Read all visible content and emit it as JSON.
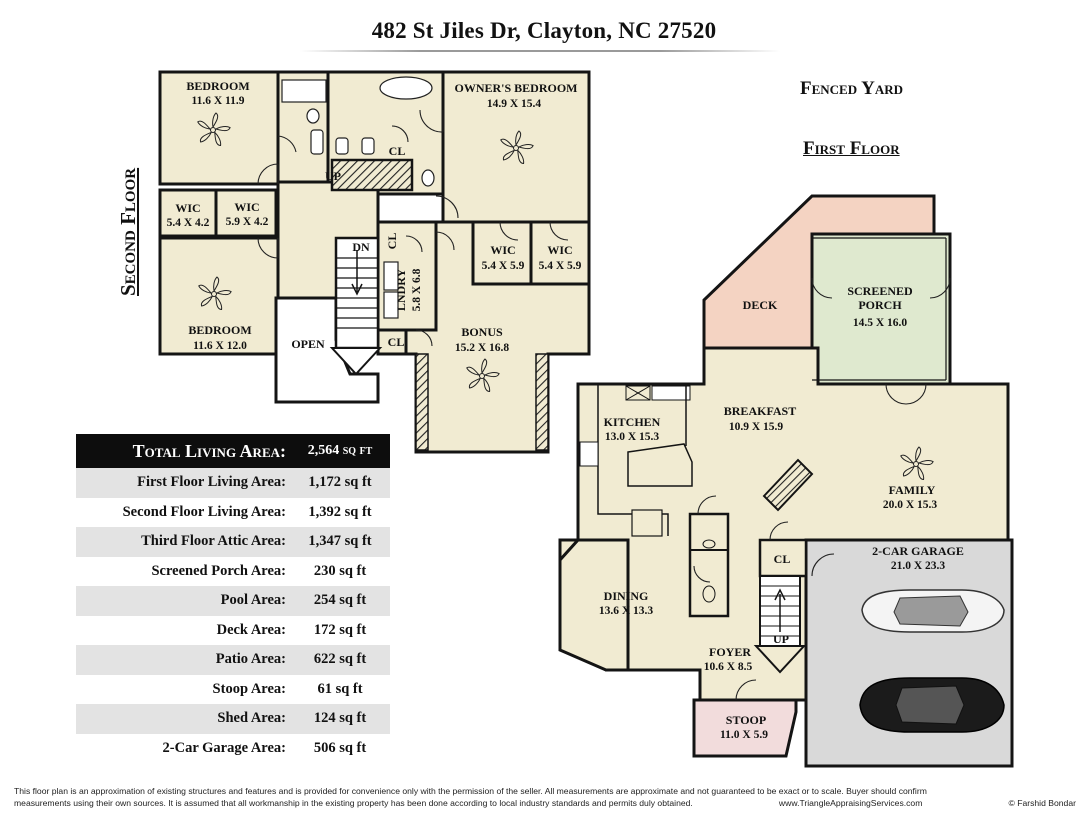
{
  "header": {
    "address": "482 St Jiles Dr, Clayton, NC 27520"
  },
  "labels": {
    "fenced_yard": "Fenced Yard",
    "first_floor": "First Floor",
    "second_floor": "Second Floor"
  },
  "second_floor_rooms": {
    "bedroom_a": {
      "name": "BEDROOM",
      "dim": "11.6 X 11.9"
    },
    "owners_bedroom": {
      "name": "OWNER'S BEDROOM",
      "dim": "14.9 X 15.4"
    },
    "wic_a": {
      "name": "WIC",
      "dim": "5.4 X 4.2"
    },
    "wic_b": {
      "name": "WIC",
      "dim": "5.9 X 4.2"
    },
    "bedroom_b": {
      "name": "BEDROOM",
      "dim": "11.6 X 12.0"
    },
    "wic_c": {
      "name": "WIC",
      "dim": "5.4 X 5.9"
    },
    "wic_d": {
      "name": "WIC",
      "dim": "5.4 X 5.9"
    },
    "laundry": {
      "name": "LNDRY",
      "dim": "5.8 X 6.8"
    },
    "bonus": {
      "name": "BONUS",
      "dim": "15.2 X 16.8"
    },
    "cl_a": "CL",
    "cl_b": "CL",
    "cl_c": "CL",
    "up": "UP",
    "dn": "DN",
    "open": "OPEN"
  },
  "first_floor_rooms": {
    "deck": {
      "name": "DECK"
    },
    "screened_porch": {
      "name": "SCREENED",
      "name2": "PORCH",
      "dim": "14.5 X 16.0"
    },
    "kitchen": {
      "name": "KITCHEN",
      "dim": "13.0 X 15.3"
    },
    "breakfast": {
      "name": "BREAKFAST",
      "dim": "10.9 X 15.9"
    },
    "family": {
      "name": "FAMILY",
      "dim": "20.0 X 15.3"
    },
    "garage": {
      "name": "2-CAR GARAGE",
      "dim": "21.0 X 23.3"
    },
    "dining": {
      "name": "DINING",
      "dim": "13.6 X 13.3"
    },
    "foyer": {
      "name": "FOYER",
      "dim": "10.6 X 8.5"
    },
    "stoop": {
      "name": "STOOP",
      "dim": "11.0 X 5.9"
    },
    "cl": "CL",
    "up": "UP"
  },
  "area_table": {
    "total": {
      "label": "Total Living Area:",
      "value": "2,564 sq ft"
    },
    "rows": [
      {
        "label": "First Floor Living Area:",
        "value": "1,172 sq ft"
      },
      {
        "label": "Second Floor Living Area:",
        "value": "1,392 sq ft"
      },
      {
        "label": "Third Floor Attic Area:",
        "value": "1,347 sq ft"
      },
      {
        "label": "Screened Porch Area:",
        "value": "230 sq ft"
      },
      {
        "label": "Pool Area:",
        "value": "254 sq ft"
      },
      {
        "label": "Deck Area:",
        "value": "172 sq ft"
      },
      {
        "label": "Patio Area:",
        "value": "622 sq ft"
      },
      {
        "label": "Stoop Area:",
        "value": "61 sq ft"
      },
      {
        "label": "Shed Area:",
        "value": "124 sq ft"
      },
      {
        "label": "2-Car Garage Area:",
        "value": "506 sq ft"
      }
    ]
  },
  "disclaimer": {
    "line1": "This floor plan is an approximation of existing structures and features and is provided for convenience only with the permission of the seller.  All measurements are approximate and not guaranteed to be exact or to scale.  Buyer should confirm",
    "line2": "measurements using their own sources.  It is assumed that all workmanship in the existing property has been done according to local industry standards and permits duly obtained.",
    "website": "www.TriangleAppraisingServices.com",
    "copyright": "© Farshid Bondar"
  },
  "colors": {
    "room_fill": "#f1ebd2",
    "deck_fill": "#f4d3c2",
    "porch_fill": "#dfe9cf",
    "garage_fill": "#d9d9d9",
    "stoop_fill": "#f2dcdc",
    "wall": "#141414"
  }
}
